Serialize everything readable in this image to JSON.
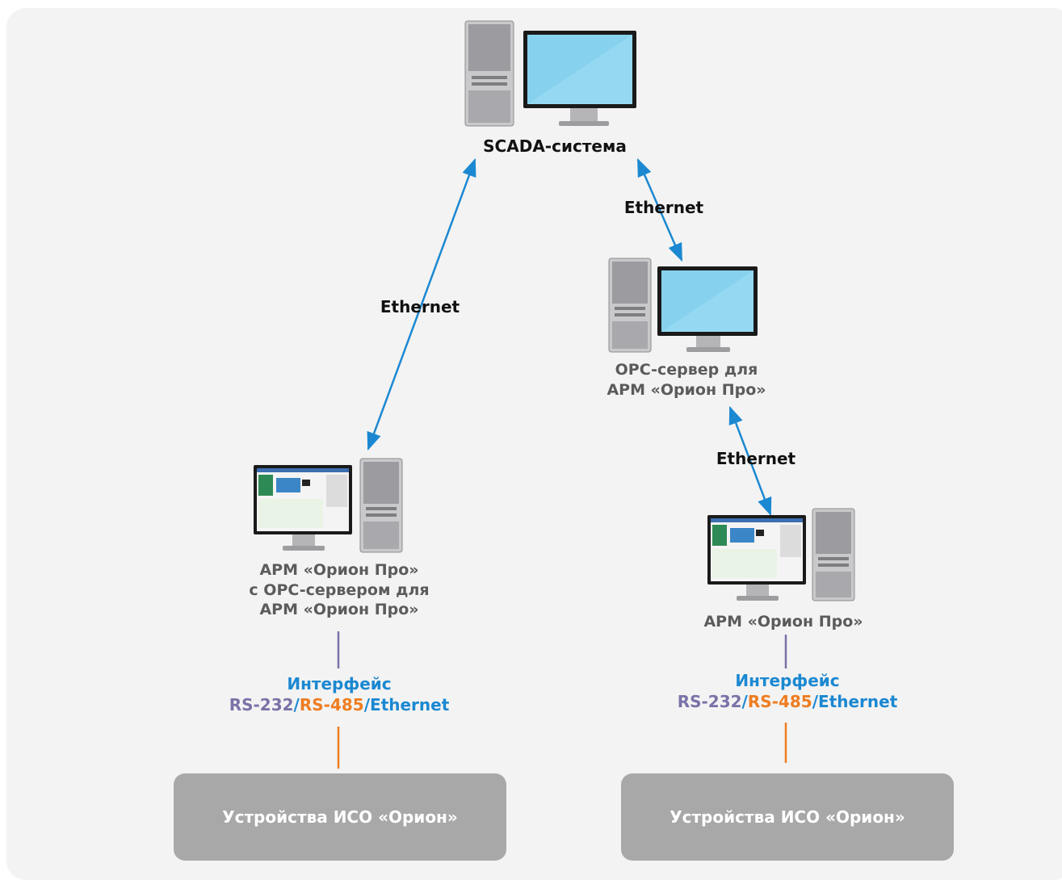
{
  "nodes": {
    "scada": {
      "label": "SCADA-система"
    },
    "opc_server": {
      "label_line1": "OPC-сервер для",
      "label_line2": "АРМ «Орион Про»"
    },
    "arm_with_opc": {
      "label_line1": "АРМ «Орион Про»",
      "label_line2": "с OPC-сервером для",
      "label_line3": "АРМ «Орион Про»"
    },
    "arm": {
      "label": "АРМ «Орион Про»"
    }
  },
  "connections": {
    "scada_to_arm_opc": "Ethernet",
    "scada_to_opc_server": "Ethernet",
    "opc_server_to_arm": "Ethernet"
  },
  "interfaces": {
    "left": {
      "title": "Интерфейс",
      "rs232": "RS-232",
      "sep1": "/",
      "rs485": "RS-485",
      "sep2": "/",
      "ethernet": "Ethernet"
    },
    "right": {
      "title": "Интерфейс",
      "rs232": "RS-232",
      "sep1": "/",
      "rs485": "RS-485",
      "sep2": "/",
      "ethernet": "Ethernet"
    }
  },
  "devices": {
    "left": "Устройства ИСО «Орион»",
    "right": "Устройства ИСО «Орион»"
  },
  "colors": {
    "ethernet_arrow": "#1b88d1",
    "rs232": "#7a73a8",
    "rs485": "#ee7d21",
    "device_box": "#a8a8a8"
  }
}
